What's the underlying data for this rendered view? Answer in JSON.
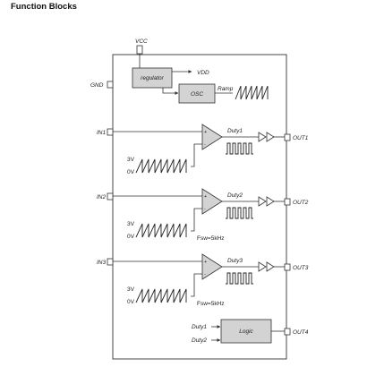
{
  "title": "Function Blocks",
  "pins": {
    "vcc": "VCC",
    "gnd": "GND",
    "in1": "IN1",
    "in2": "IN2",
    "in3": "IN3",
    "out1": "OUT1",
    "out2": "OUT2",
    "out3": "OUT3",
    "out4": "OUT4"
  },
  "blocks": {
    "regulator": "regulator",
    "osc": "OSC",
    "logic": "Logic"
  },
  "signals": {
    "vdd": "VDD",
    "ramp": "Ramp",
    "duty1": "Duty1",
    "duty2": "Duty2",
    "duty3": "Duty3",
    "logic_in1": "Duty1",
    "logic_in2": "Duty2"
  },
  "ramp_levels": {
    "ch1": {
      "high": "3V",
      "low": "0V"
    },
    "ch2": {
      "high": "3V",
      "low": "0V",
      "freq": "Fsw=5kHz"
    },
    "ch3": {
      "high": "3V",
      "low": "0V",
      "freq": "Fsw=5kHz"
    }
  },
  "opamp_signs": {
    "plus": "+",
    "minus": "-"
  },
  "colors": {
    "block_fill": "#d3d3d3",
    "line": "#333333"
  }
}
